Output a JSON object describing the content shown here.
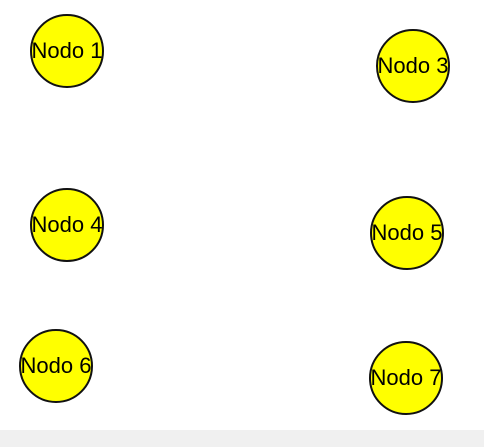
{
  "graph": {
    "node_fill": "#ffff00",
    "node_stroke": "#111111",
    "label_color": "#000000",
    "background": "#ffffff",
    "nodes": [
      {
        "id": "1",
        "label": "Nodo 1"
      },
      {
        "id": "3",
        "label": "Nodo 3"
      },
      {
        "id": "4",
        "label": "Nodo 4"
      },
      {
        "id": "5",
        "label": "Nodo 5"
      },
      {
        "id": "6",
        "label": "Nodo 6"
      },
      {
        "id": "7",
        "label": "Nodo 7"
      }
    ],
    "edges": []
  }
}
